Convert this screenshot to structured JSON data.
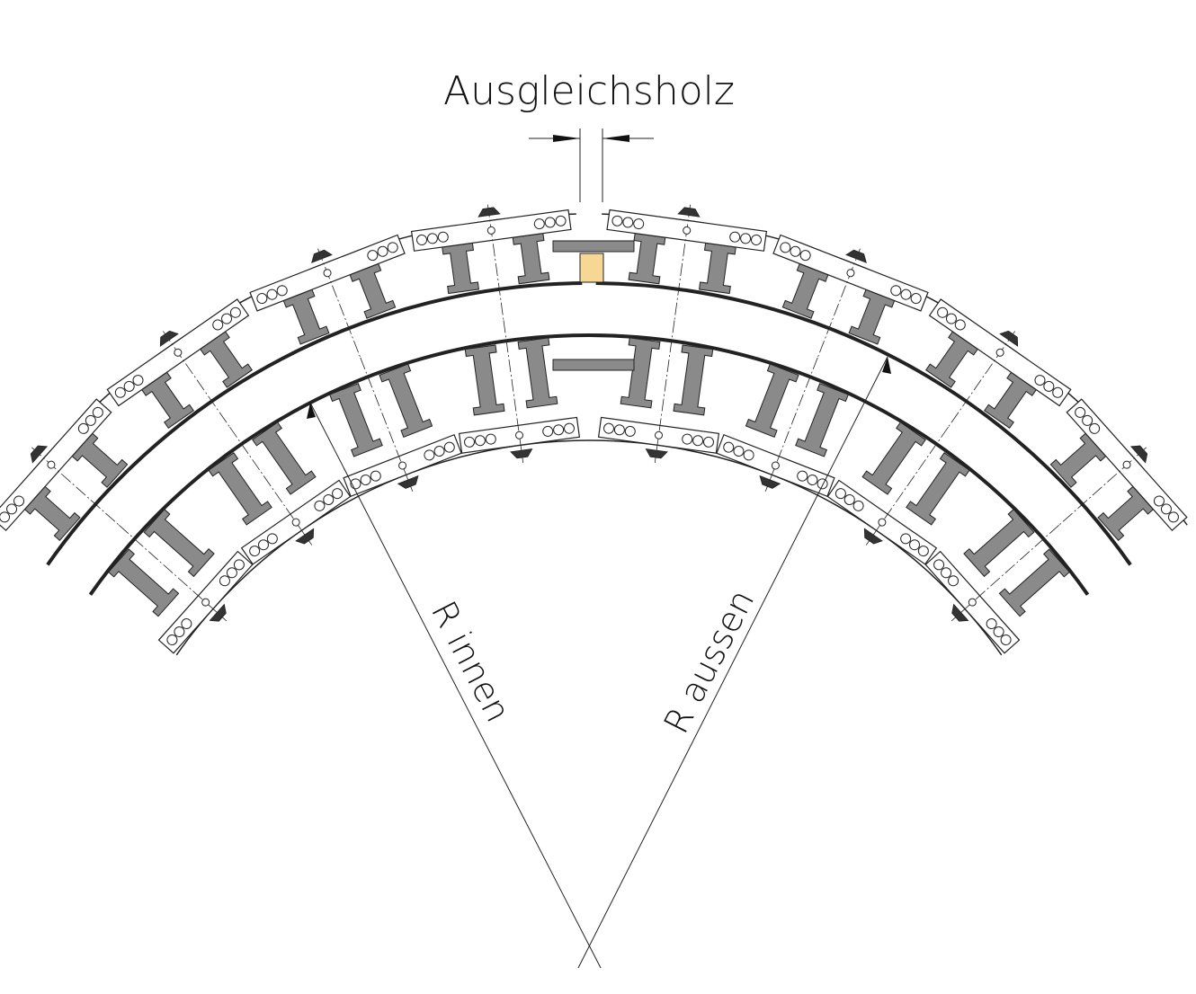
{
  "labels": {
    "title": "Ausgleichsholz",
    "r_inner": "R innen",
    "r_outer": "R aussen"
  },
  "colors": {
    "line": "#222222",
    "steel": "#8a8a8a",
    "filler_wood": "#f7d794"
  }
}
